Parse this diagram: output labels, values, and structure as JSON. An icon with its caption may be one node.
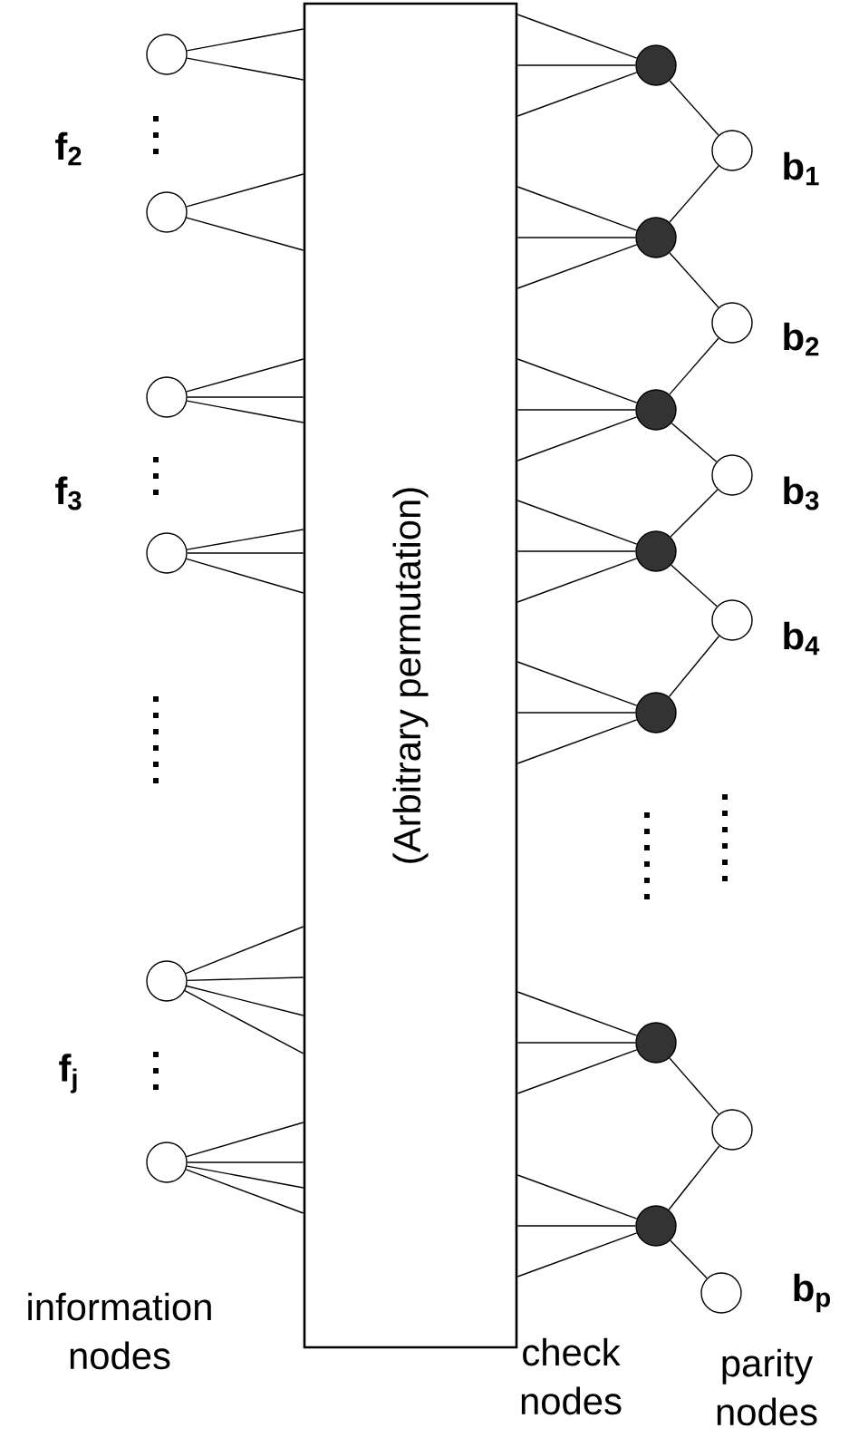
{
  "diagram": {
    "nodes": [
      {
        "text": [
          "(Arbitrary permutation)"
        ]
      },
      {
        "text": [],
        "shape": "circle"
      },
      {
        "text": [],
        "shape": "circle"
      },
      {
        "text": [],
        "shape": "circle"
      },
      {
        "text": [],
        "shape": "circle"
      },
      {
        "text": [],
        "shape": "circle"
      },
      {
        "text": [],
        "shape": "circle"
      },
      {
        "text": [],
        "shape": "circle"
      },
      {
        "text": [],
        "shape": "circle"
      },
      {
        "text": [],
        "shape": "circle"
      },
      {
        "text": [],
        "shape": "circle"
      },
      {
        "text": [],
        "shape": "circle"
      },
      {
        "text": [],
        "shape": "circle"
      },
      {
        "text": [],
        "shape": "circle"
      },
      {
        "text": [],
        "shape": "circle"
      },
      {
        "text": [],
        "shape": "circle"
      },
      {
        "text": [],
        "shape": "circle"
      },
      {
        "text": [],
        "shape": "circle"
      },
      {
        "text": [],
        "shape": "circle"
      },
      {
        "text": [],
        "shape": "circle"
      }
    ],
    "edges": [
      {
        "from": 1,
        "to": 0,
        "arrow": "none"
      },
      {
        "from": 1,
        "to": 0,
        "arrow": "none"
      },
      {
        "from": 2,
        "to": 0,
        "arrow": "none"
      },
      {
        "from": 2,
        "to": 0,
        "arrow": "none"
      },
      {
        "from": 3,
        "to": 0,
        "arrow": "none"
      },
      {
        "from": 3,
        "to": 0,
        "arrow": "none"
      },
      {
        "from": 3,
        "to": 0,
        "arrow": "none"
      },
      {
        "from": 4,
        "to": 0,
        "arrow": "none"
      },
      {
        "from": 4,
        "to": 0,
        "arrow": "none"
      },
      {
        "from": 4,
        "to": 0,
        "arrow": "none"
      },
      {
        "from": 5,
        "to": 0,
        "arrow": "none"
      },
      {
        "from": 5,
        "to": 0,
        "arrow": "none"
      },
      {
        "from": 5,
        "to": 0,
        "arrow": "none"
      },
      {
        "from": 5,
        "to": 0,
        "arrow": "none"
      },
      {
        "from": 6,
        "to": 0,
        "arrow": "none"
      },
      {
        "from": 6,
        "to": 0,
        "arrow": "none"
      },
      {
        "from": 6,
        "to": 0,
        "arrow": "none"
      },
      {
        "from": 6,
        "to": 0,
        "arrow": "none"
      },
      {
        "from": 7,
        "to": 0,
        "arrow": "none"
      },
      {
        "from": 7,
        "to": 0,
        "arrow": "none"
      },
      {
        "from": 7,
        "to": 0,
        "arrow": "none"
      },
      {
        "from": 8,
        "to": 0,
        "arrow": "none"
      },
      {
        "from": 8,
        "to": 0,
        "arrow": "none"
      },
      {
        "from": 8,
        "to": 0,
        "arrow": "none"
      },
      {
        "from": 9,
        "to": 0,
        "arrow": "none"
      },
      {
        "from": 9,
        "to": 0,
        "arrow": "none"
      },
      {
        "from": 9,
        "to": 0,
        "arrow": "none"
      },
      {
        "from": 10,
        "to": 0,
        "arrow": "none"
      },
      {
        "from": 10,
        "to": 0,
        "arrow": "none"
      },
      {
        "from": 10,
        "to": 0,
        "arrow": "none"
      },
      {
        "from": 11,
        "to": 0,
        "arrow": "none"
      },
      {
        "from": 11,
        "to": 0,
        "arrow": "none"
      },
      {
        "from": 11,
        "to": 0,
        "arrow": "none"
      },
      {
        "from": 12,
        "to": 0,
        "arrow": "none"
      },
      {
        "from": 12,
        "to": 0,
        "arrow": "none"
      },
      {
        "from": 12,
        "to": 0,
        "arrow": "none"
      },
      {
        "from": 13,
        "to": 0,
        "arrow": "none"
      },
      {
        "from": 13,
        "to": 0,
        "arrow": "none"
      },
      {
        "from": 13,
        "to": 0,
        "arrow": "none"
      },
      {
        "from": 7,
        "to": 14,
        "arrow": "none"
      },
      {
        "from": 14,
        "to": 8,
        "arrow": "none"
      },
      {
        "from": 8,
        "to": 15,
        "arrow": "none"
      },
      {
        "from": 15,
        "to": 9,
        "arrow": "none"
      },
      {
        "from": 9,
        "to": 16,
        "arrow": "none"
      },
      {
        "from": 16,
        "to": 10,
        "arrow": "none"
      },
      {
        "from": 10,
        "to": 17,
        "arrow": "none"
      },
      {
        "from": 17,
        "to": 11,
        "arrow": "none"
      },
      {
        "from": 12,
        "to": 18,
        "arrow": "none"
      },
      {
        "from": 18,
        "to": 13,
        "arrow": "none"
      },
      {
        "from": 13,
        "to": 19,
        "arrow": "none"
      }
    ],
    "labels": [
      "f$_{2}$",
      "b$_{1}$",
      "b$_{2}$",
      "f$_{3}$",
      "b$_{3}$",
      "b$_{4}$",
      "f$_{j}$",
      "b$_{p}$",
      "information nodes",
      "check nodes",
      "parity nodes"
    ]
  }
}
